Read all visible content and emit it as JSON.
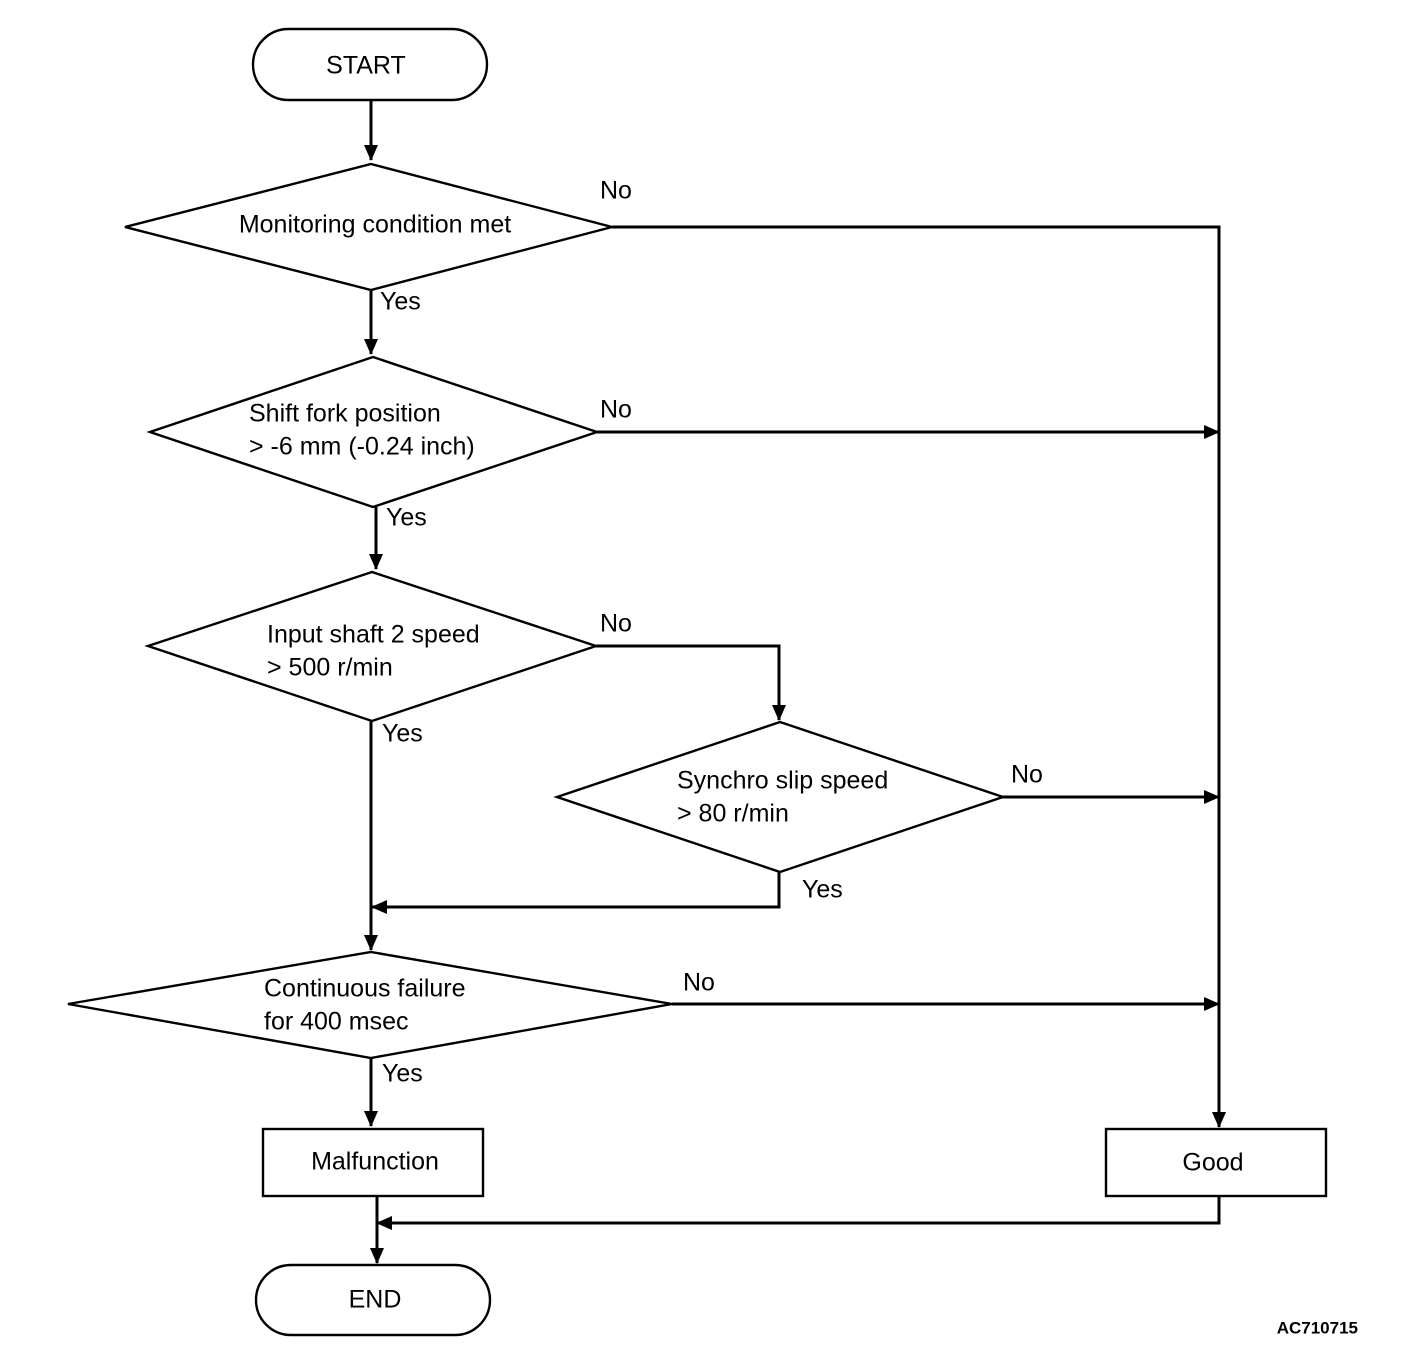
{
  "nodes": {
    "start": "START",
    "d1": [
      "Monitoring condition met"
    ],
    "d2": [
      "Shift fork position",
      "> -6 mm (-0.24 inch)"
    ],
    "d3": [
      "Input shaft 2 speed",
      "> 500 r/min"
    ],
    "d4": [
      "Synchro slip speed",
      "> 80 r/min"
    ],
    "d5": [
      "Continuous failure",
      "for 400 msec"
    ],
    "malfunction": "Malfunction",
    "good": "Good",
    "end": "END"
  },
  "edges": {
    "d1_yes": "Yes",
    "d1_no": "No",
    "d2_yes": "Yes",
    "d2_no": "No",
    "d3_yes": "Yes",
    "d3_no": "No",
    "d4_yes": "Yes",
    "d4_no": "No",
    "d5_yes": "Yes",
    "d5_no": "No"
  },
  "figure_code": "AC710715"
}
